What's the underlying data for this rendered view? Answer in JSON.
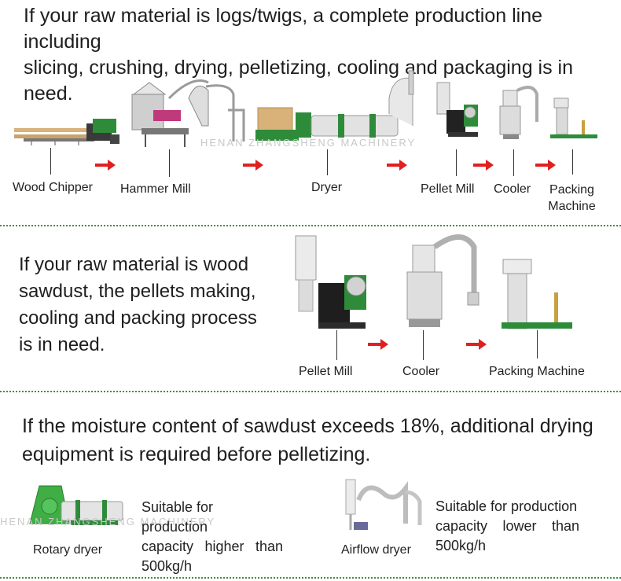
{
  "section1": {
    "heading_line1": "If your raw material is logs/twigs, a complete production line including",
    "heading_line2": "slicing, crushing, drying, pelletizing, cooling and packaging is in need.",
    "labels": {
      "wood_chipper": "Wood Chipper",
      "hammer_mill": "Hammer Mill",
      "dryer": "Dryer",
      "pellet_mill": "Pellet Mill",
      "cooler": "Cooler",
      "packing_line1": "Packing",
      "packing_line2": "Machine"
    },
    "watermark": "HENAN ZHANGSHENG MACHINERY"
  },
  "section2": {
    "heading_lines": [
      "If your raw material is wood",
      "sawdust, the pellets making,",
      "cooling and packing process",
      "is in need."
    ],
    "labels": {
      "pellet_mill": "Pellet Mill",
      "cooler": "Cooler",
      "packing_machine": "Packing Machine"
    }
  },
  "section3": {
    "heading_line1": "If the moisture content of sawdust exceeds 18%, additional drying",
    "heading_line2": "equipment is required before pelletizing.",
    "rotary": {
      "label": "Rotary dryer",
      "desc_line1": "Suitable for production",
      "desc_line2_a": "capacity",
      "desc_line2_b": "higher",
      "desc_line2_c": "than",
      "desc_line3": "500kg/h"
    },
    "airflow": {
      "label": "Airflow dryer",
      "desc_line1": "Suitable for production",
      "desc_line2_a": "capacity",
      "desc_line2_b": "lower",
      "desc_line2_c": "than",
      "desc_line3": "500kg/h"
    },
    "watermark": "HENAN ZHANGSHENG MACHINERY"
  },
  "colors": {
    "machine_green": "#2e8b3a",
    "arrow_red": "#e02020",
    "divider_green": "#3f8f3f"
  }
}
